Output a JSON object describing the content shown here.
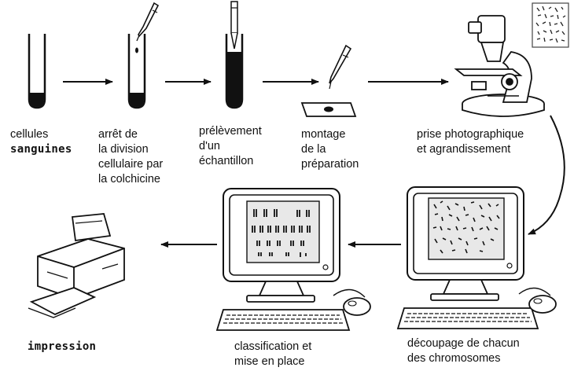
{
  "steps": [
    {
      "id": "cellules",
      "lines": [
        "cellules"
      ],
      "lines_bold": [
        "sanguines"
      ]
    },
    {
      "id": "arret",
      "lines": [
        "arrêt de",
        "la division",
        "cellulaire par",
        "la colchicine"
      ]
    },
    {
      "id": "prelevement",
      "lines": [
        "prélèvement",
        "d'un",
        "échantillon"
      ]
    },
    {
      "id": "montage",
      "lines": [
        "montage",
        "de la",
        "préparation"
      ]
    },
    {
      "id": "prise",
      "lines": [
        "prise photographique",
        "et agrandissement"
      ]
    },
    {
      "id": "decoupage",
      "lines": [
        "découpage de chacun",
        "des chromosomes"
      ]
    },
    {
      "id": "classification",
      "lines": [
        "classification et",
        "mise en place"
      ]
    },
    {
      "id": "impression",
      "lines_bold": [
        "impression"
      ]
    }
  ],
  "colors": {
    "ink": "#111111",
    "screen": "#e8e8e8"
  },
  "icons": [
    "test-tube-icon",
    "pipette-icon",
    "microscope-slide-icon",
    "microscope-icon",
    "computer-icon",
    "printer-icon"
  ]
}
